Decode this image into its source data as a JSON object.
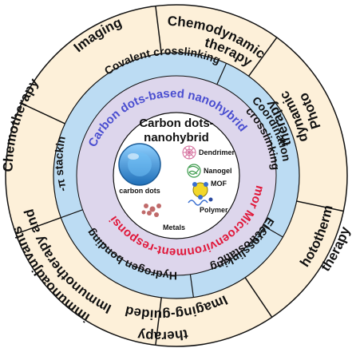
{
  "colors": {
    "outer_ring": "#fdf0d9",
    "middle_ring": "#bcdcf3",
    "inner_ring": "#ddd6ec",
    "core": "#ffffff",
    "divider": "#111111",
    "blue_text": "#4a4ed0",
    "red_text": "#e0183a",
    "carbon_dot": "#2b8cd6"
  },
  "outer_ring": {
    "labels": {
      "imaging": "Imaging",
      "chemodynamic_1": "Chemodynamic",
      "chemodynamic_2": "therapy",
      "photodynamic_1": "Photo",
      "photodynamic_2": "dynamic",
      "photodynamic_3": "therapy",
      "photothermal_1": "Photothermal",
      "photothermal_2": "therapy",
      "imaging_guided_1": "Imaging-guided",
      "imaging_guided_2": "therapy",
      "immuno_1": "Immunotherapy and",
      "immuno_2": "immunoadjuvants",
      "chemotherapy": "Chemotherapy"
    }
  },
  "middle_ring": {
    "labels": {
      "covalent": "Covalent crosslinking",
      "coordination_1": "Coordination",
      "coordination_2": "crosslinking",
      "electrostatic_1": "Electrostatic",
      "electrostatic_2": "crosslinking",
      "hydrogen": "Hydrogen bonding",
      "pi_stacking": "π-π stacking"
    }
  },
  "inner_ring": {
    "top_text": "Carbon dots-based nanohybrid",
    "bottom_text": "Tumor Microenvironment-responsive"
  },
  "core": {
    "title_1": "Carbon dots-",
    "title_2": "nanohybrid",
    "carbon_dots_label": "carbon dots",
    "dendrimer": "Dendrimer",
    "nanogel": "Nanogel",
    "mof": "MOF",
    "polymer": "Polymer",
    "metals": "Metals"
  }
}
